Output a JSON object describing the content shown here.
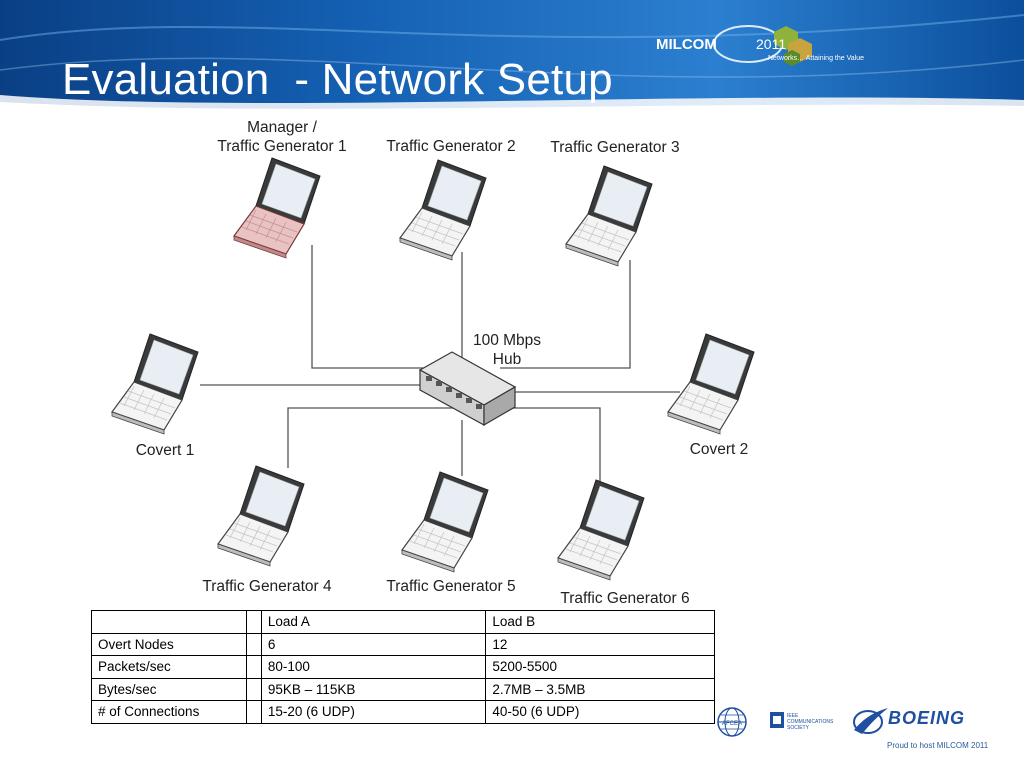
{
  "slide": {
    "title": "Evaluation  - Network Setup"
  },
  "logo": {
    "name": "MILCOM",
    "year": "2011",
    "tagline": "Networks… Attaining the Value"
  },
  "diagram": {
    "hub_label": "100 Mbps\nHub",
    "nodes": [
      {
        "id": "manager",
        "label": "Manager /\nTraffic Generator 1",
        "color": "#c97b7b"
      },
      {
        "id": "tg2",
        "label": "Traffic Generator 2"
      },
      {
        "id": "tg3",
        "label": "Traffic Generator 3"
      },
      {
        "id": "covert1",
        "label": "Covert 1"
      },
      {
        "id": "covert2",
        "label": "Covert 2"
      },
      {
        "id": "tg4",
        "label": "Traffic Generator 4"
      },
      {
        "id": "tg5",
        "label": "Traffic Generator 5"
      },
      {
        "id": "tg6",
        "label": "Traffic Generator 6"
      }
    ]
  },
  "table": {
    "headers": [
      "",
      "",
      "Load A",
      "Load B"
    ],
    "rows": [
      [
        "Overt Nodes",
        "",
        "6",
        "12"
      ],
      [
        "Packets/sec",
        "",
        "80-100",
        "5200-5500"
      ],
      [
        "Bytes/sec",
        "",
        "95KB – 115KB",
        "2.7MB – 3.5MB"
      ],
      [
        "# of Connections",
        "",
        "15-20 (6 UDP)",
        "40-50 (6 UDP)"
      ]
    ]
  },
  "footer": {
    "aiaa_text": "AFCEA",
    "ieee_text": "IEEE\nCOMMUNICATIONS\nSOCIETY",
    "boeing_text": "BOEING",
    "proud_text": "Proud to host MILCOM 2011"
  },
  "colors": {
    "header_dark": "#0b4f9c",
    "header_light": "#3d8fd6",
    "link_line": "#555555",
    "accent_blue": "#1e4fa0"
  }
}
